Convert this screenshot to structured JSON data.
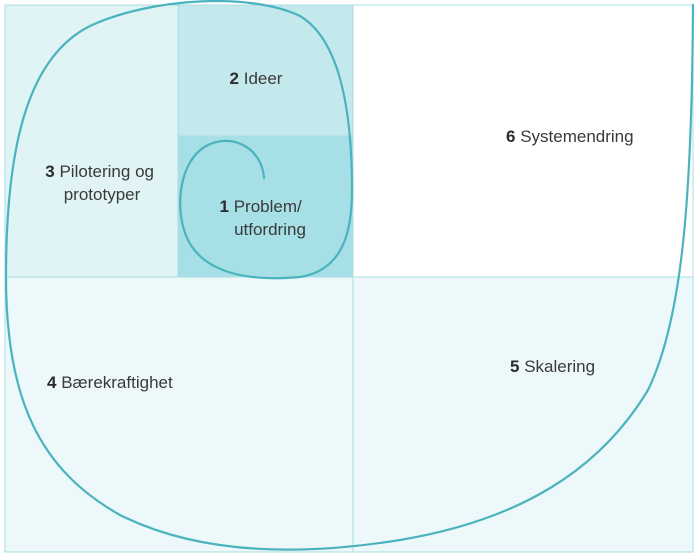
{
  "stages": [
    {
      "number": "1",
      "lines": [
        "Problem/",
        "utfordring"
      ]
    },
    {
      "number": "2",
      "lines": [
        "Ideer"
      ]
    },
    {
      "number": "3",
      "lines": [
        "Pilotering og",
        "prototyper"
      ]
    },
    {
      "number": "4",
      "lines": [
        "Bærekraftighet"
      ]
    },
    {
      "number": "5",
      "lines": [
        "Skalering"
      ]
    },
    {
      "number": "6",
      "lines": [
        "Systemendring"
      ]
    }
  ],
  "colors": {
    "stage1_fill": "#a6dfe5",
    "stage2_fill": "#c4e9ed",
    "stage3_fill": "#e0f3f5",
    "stage4_fill": "#ecf8f9",
    "stage5_fill": "#edf8fa",
    "stage6_fill": "#ffffff",
    "grid_line": "#a9dde3",
    "spiral": "#4bb3bd"
  }
}
